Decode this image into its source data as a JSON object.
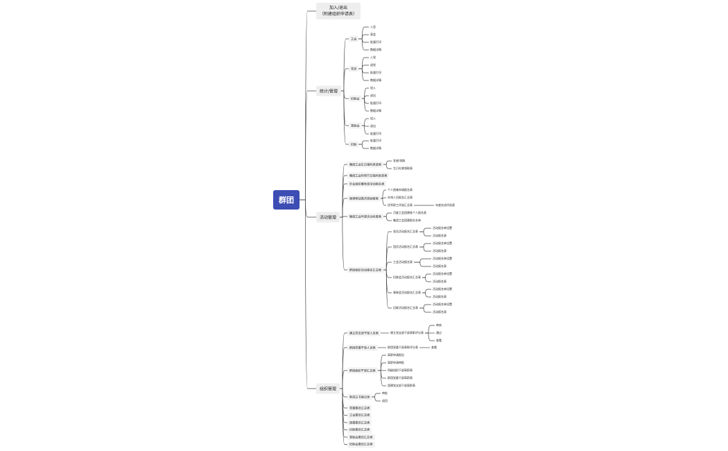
{
  "root": "群团",
  "colors": {
    "root_bg": "#3d4db4",
    "line": "#444444"
  },
  "branch_join": {
    "title": "加入/退出",
    "subtitle": "（附建组织申请表）"
  },
  "branch_stats": {
    "title": "统计/管理",
    "groups": [
      {
        "label": "工会",
        "items": [
          "入会",
          "离会",
          "批量打印",
          "数据详情"
        ]
      },
      {
        "label": "党员",
        "items": [
          "入党",
          "退党",
          "批量打印",
          "数据详情"
        ]
      },
      {
        "label": "妇联会",
        "items": [
          "加入",
          "退出",
          "批量打印",
          "数据详情"
        ]
      },
      {
        "label": "青联会",
        "items": [
          "加入",
          "退出",
          "批量打印"
        ]
      },
      {
        "label": "妇联",
        "items": [
          "批量打印",
          "数据详情"
        ]
      }
    ]
  },
  "branch_activity": {
    "title": "活动管理",
    "items": {
      "a1": "集团工会生日福利发放表",
      "a1_1": "发放/领取",
      "a1_2": "生日礼物领取表",
      "a2": "集团工会传统节日福利发放表",
      "a3": "外业组织春秋游活动报名表",
      "a4": "困难帮扶救济资助报表",
      "a4_1": "个人困难申请报名表",
      "a4_2": "外线人员报名汇总表",
      "a4_3": "优秀职工评选汇总表",
      "a4_3_1": "年度先进评选表",
      "a5": "集团工会年度活动月度表",
      "a5_1": "月度工会团建各个人报名表",
      "a5_2": "集团工会团建报名名单",
      "a6": "群团组织活动报名汇总表",
      "a6_groups": [
        {
          "label": "党员活动报名汇总表",
          "items": [
            "活动报名单设置",
            "活动报名表"
          ]
        },
        {
          "label": "团员活动报名汇总表",
          "items": [
            "活动报名单设置",
            "活动报名表"
          ]
        },
        {
          "label": "工会活动报名表",
          "items": [
            "活动报名单设置",
            "活动报名表"
          ]
        },
        {
          "label": "妇联会活动报名汇总表",
          "items": [
            "活动报名单设置",
            "活动报名表"
          ]
        },
        {
          "label": "青联会活动报名汇总表",
          "items": [
            "活动报名单设置",
            "活动报名表"
          ]
        },
        {
          "label": "妇联活动报名汇总表",
          "items": [
            "活动报名单设置",
            "活动报名表"
          ]
        }
      ]
    }
  },
  "branch_org": {
    "title": "组织管理",
    "items": {
      "o1": "建立党支部干部人员表",
      "o1_1": "建立党支部干部表彰评分表",
      "o1_1_items": [
        "审核",
        "通过",
        "查看"
      ],
      "o2": "群团党委干部人员表",
      "o2_1": "群团党委干部表彰评分表",
      "o2_1_1": "查看",
      "o3": "群团组织干部汇总表",
      "o3_items": [
        "离职申请报告",
        "离职申请审批",
        "同级组织干部离职表",
        "群团党委干部离职表",
        "团建党支部干部离职表"
      ],
      "o4": "新成立书面记录",
      "o4_items": [
        "审批",
        "退回"
      ],
      "tails": [
        "党委委员汇总表",
        "工会委员汇总表",
        "团委委员汇总表",
        "妇联委员汇总表",
        "青联会委员汇总表",
        "妇联会委员汇总表"
      ]
    }
  }
}
